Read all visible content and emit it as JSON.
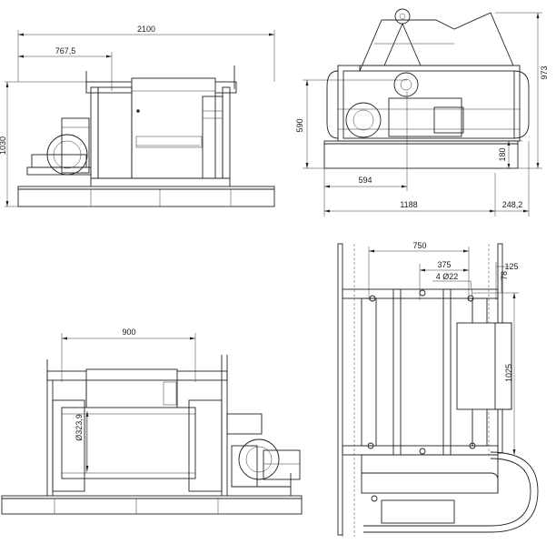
{
  "views": {
    "front_top_left": {
      "dims": {
        "overall_length": "2100",
        "offset_length": "767,5",
        "height": "1030"
      }
    },
    "side_top_right": {
      "dims": {
        "overall_height": "973",
        "axis_height": "590",
        "base_height": "180",
        "axis_offset": "594",
        "frame_length": "1188",
        "overhang": "248,2"
      }
    },
    "front_bottom_left": {
      "dims": {
        "drum_length": "900",
        "drum_diameter": "Ø323,9"
      }
    },
    "plan_bottom_right": {
      "dims": {
        "mount_spacing": "750",
        "half_spacing": "375",
        "holes": "4 Ø22",
        "offset_x": "125",
        "offset_y": "78",
        "mount_depth": "1025"
      }
    }
  }
}
